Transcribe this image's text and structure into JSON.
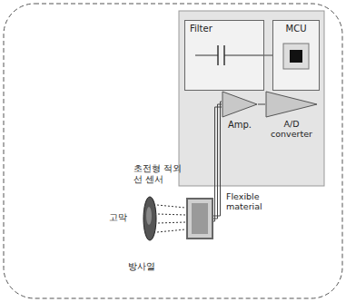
{
  "diagram": {
    "nodes": [
      {
        "text": [
          "Filter"
        ]
      },
      {
        "text": [
          "MCU"
        ]
      },
      {
        "text": [
          "Amp."
        ]
      },
      {
        "text": [
          "A/D converter"
        ]
      },
      {
        "text": [
          "초전형 적외선 센서"
        ]
      }
    ],
    "edges": [
      {
        "from": 0,
        "to": 1,
        "arrow": "none"
      },
      {
        "from": 2,
        "to": 3,
        "arrow": "none"
      },
      {
        "from": 4,
        "to": 2,
        "label": "Flexible material",
        "arrow": "none"
      }
    ],
    "labels": [
      "고막",
      "방사열"
    ]
  }
}
